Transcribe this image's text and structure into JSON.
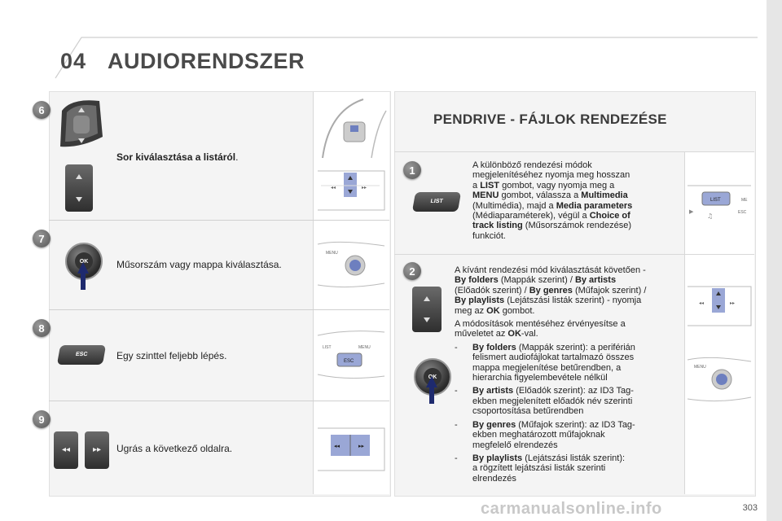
{
  "header": {
    "chapter_number": "04",
    "chapter_title": "AUDIORENDSZER"
  },
  "left_steps": [
    {
      "number": "6",
      "text_bold": "Sor kiválasztása a listáról",
      "text_rest": "."
    },
    {
      "number": "7",
      "text": "Műsorszám vagy mappa kiválasztása."
    },
    {
      "number": "8",
      "text": "Egy szinttel feljebb lépés."
    },
    {
      "number": "9",
      "text": "Ugrás a következő oldalra."
    }
  ],
  "right": {
    "title": "PENDRIVE - FÁJLOK RENDEZÉSE",
    "step1_number": "1",
    "step1_lines": [
      "A különböző rendezési módok",
      "megjelenítéséhez nyomja meg hosszan"
    ],
    "step1_p_a": "a ",
    "step1_list": "LIST",
    "step1_p_b": " gombot, vagy nyomja meg a",
    "step1_menu": "MENU",
    "step1_p_c": " gombot, válassza a ",
    "step1_multimedia": "Multimedia",
    "step1_p_d": "(Multimédia), majd a ",
    "step1_media_params": "Media parameters",
    "step1_p_e": "(Médiaparaméterek), végül a ",
    "step1_choice": "Choice of",
    "step1_track": "track listing",
    "step1_p_f": " (Műsorszámok rendezése)",
    "step1_p_g": "funkciót.",
    "step2_number": "2",
    "step2_a": "A kívánt rendezési mód kiválasztását követően -",
    "step2_byfolders": "By folders",
    "step2_b": " (Mappák szerint) / ",
    "step2_byartists": "By artists",
    "step2_c": "(Előadók szerint) / ",
    "step2_bygenres": "By genres",
    "step2_d": " (Műfajok szerint) /",
    "step2_byplaylists": "By playlists",
    "step2_e": " (Lejátszási listák szerint) - nyomja",
    "step2_f": "meg az ",
    "step2_ok": "OK",
    "step2_g": " gombot.",
    "step2_h": "A módosítások mentéséhez érvényesítse a",
    "step2_i": "műveletet az ",
    "step2_ok2": "OK",
    "step2_j": "-val.",
    "items": [
      {
        "bold": "By folders",
        "line1": " (Mappák szerint): a periférián",
        "line2": "felismert audiofájlokat tartalmazó összes",
        "line3": "mappa megjelenítése betűrendben, a",
        "line4": "hierarchia figyelembevétele nélkül"
      },
      {
        "bold": "By artists",
        "line1": " (Előadók szerint): az ID3 Tag-",
        "line2": "ekben megjelenített előadók név szerinti",
        "line3": "csoportosítása betűrendben",
        "line4": ""
      },
      {
        "bold": "By genres",
        "line1": " (Műfajok szerint): az ID3 Tag-",
        "line2": "ekben meghatározott műfajoknak",
        "line3": "megfelelő elrendezés",
        "line4": ""
      },
      {
        "bold": "By playlists",
        "line1": " (Lejátszási listák szerint):",
        "line2": "a rögzített lejátszási listák szerinti",
        "line3": "elrendezés",
        "line4": ""
      }
    ],
    "dash": "-"
  },
  "buttons": {
    "ok_label": "OK",
    "esc_label": "ESC",
    "list_label": "LIST",
    "menu_label": "MENU"
  },
  "page_number": "303",
  "watermark": "carmanualsonline.info"
}
